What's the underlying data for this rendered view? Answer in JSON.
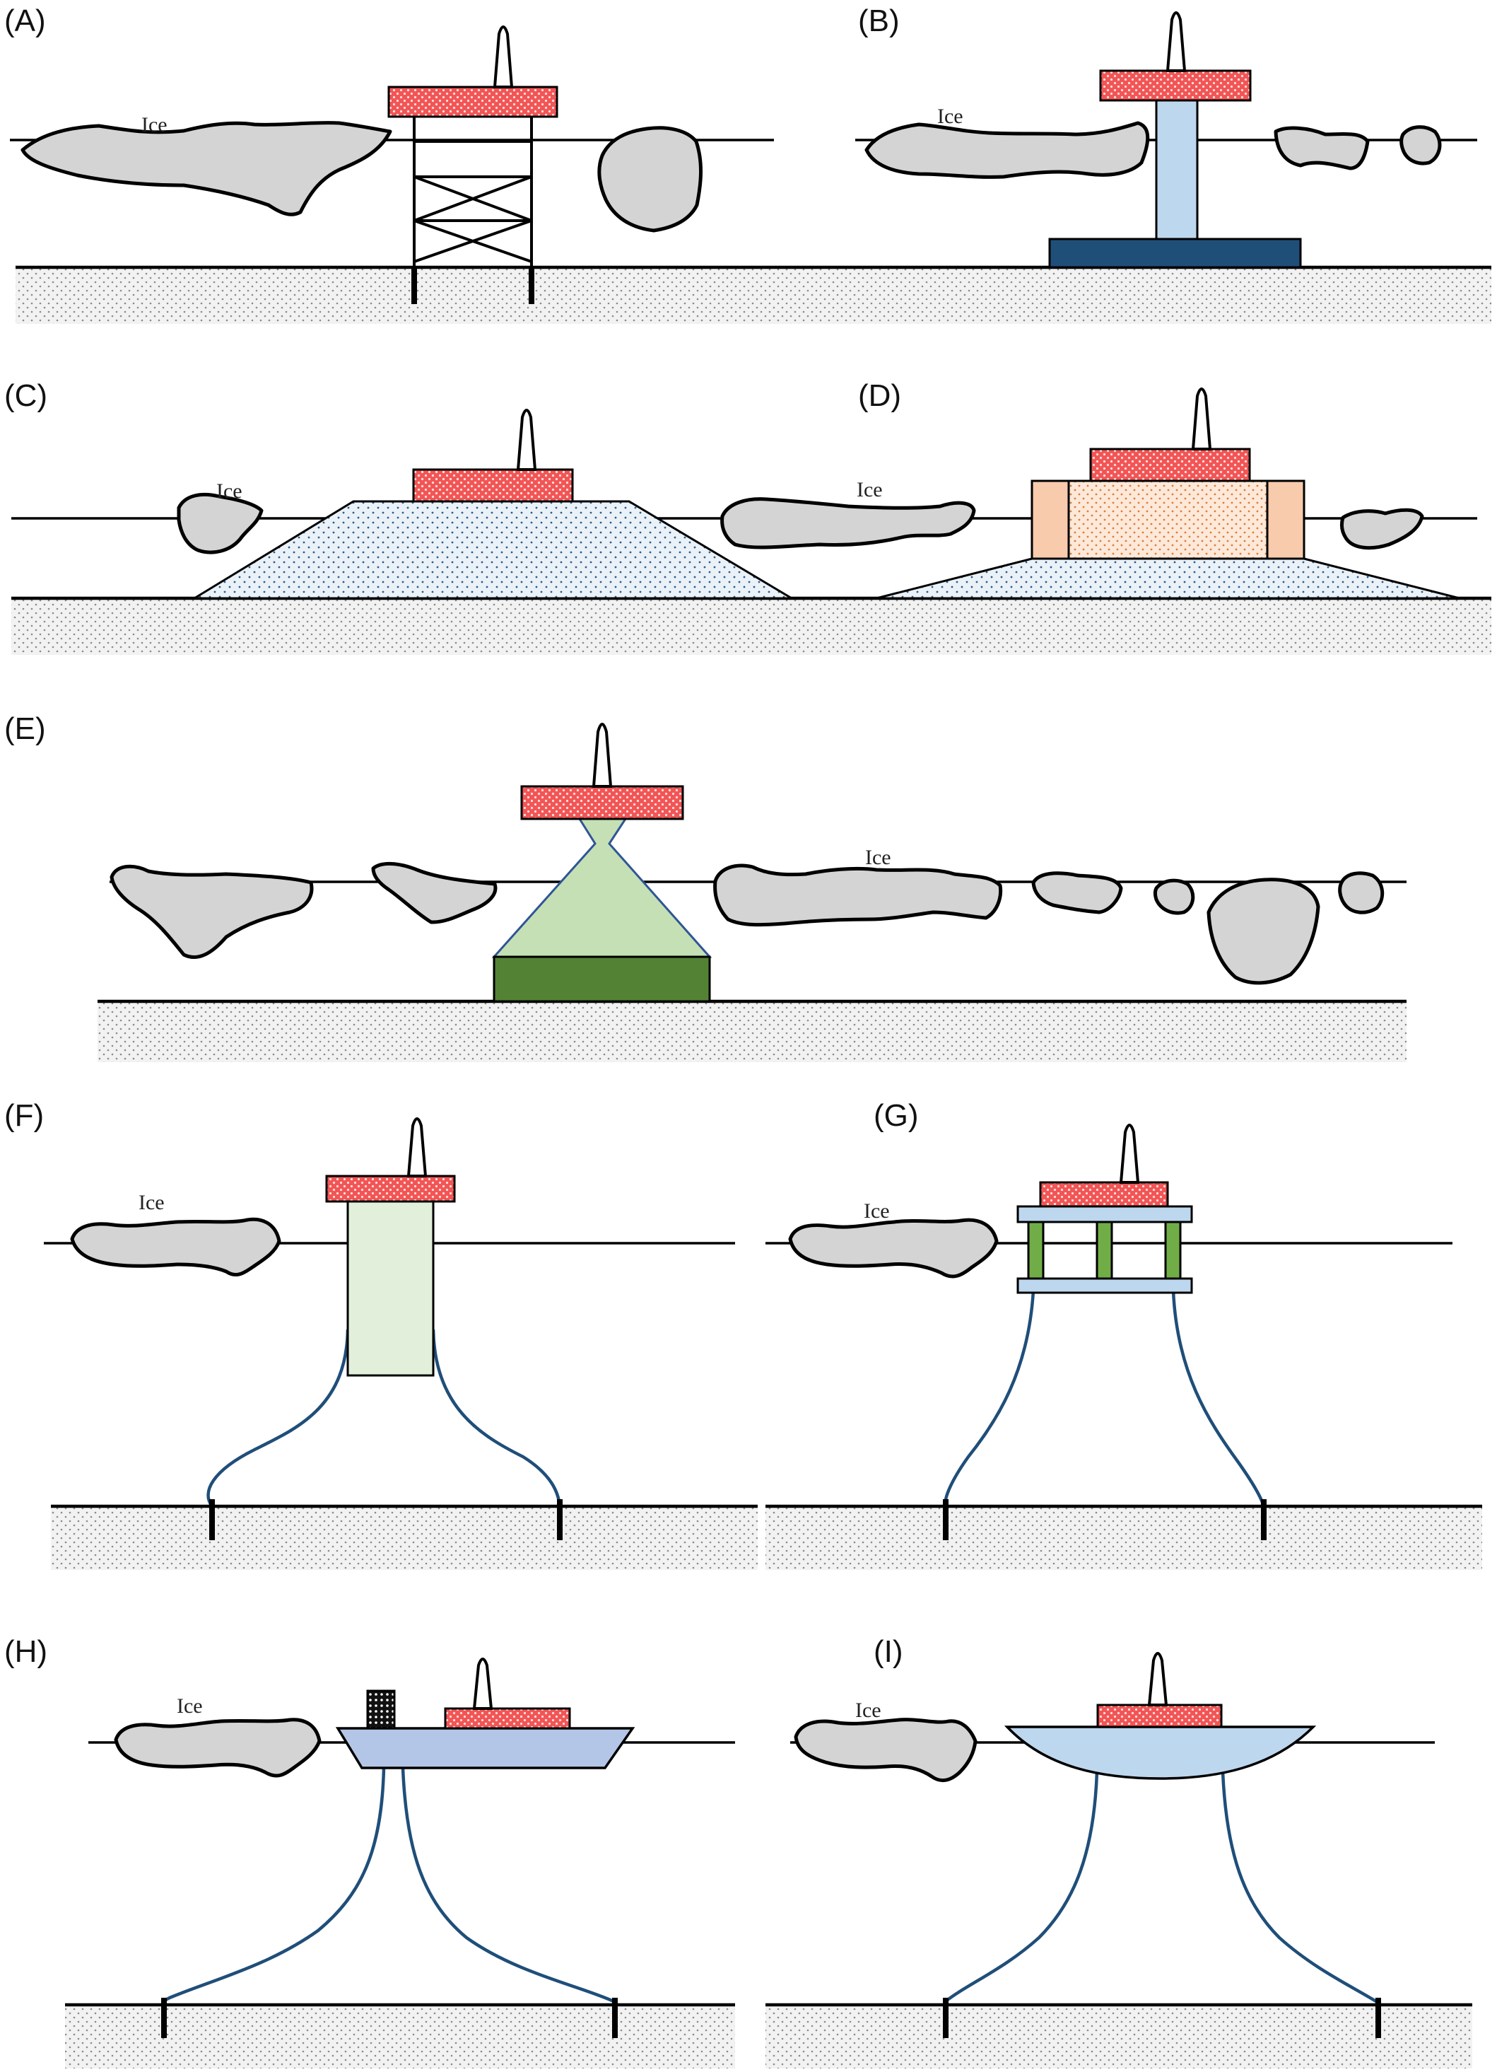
{
  "panels": [
    {
      "id": "A",
      "label": "(A)",
      "ice_label": "Ice"
    },
    {
      "id": "B",
      "label": "(B)",
      "ice_label": "Ice"
    },
    {
      "id": "C",
      "label": "(C)",
      "ice_label": "Ice"
    },
    {
      "id": "D",
      "label": "(D)",
      "ice_label": "Ice"
    },
    {
      "id": "E",
      "label": "(E)",
      "ice_label": "Ice"
    },
    {
      "id": "F",
      "label": "(F)",
      "ice_label": "Ice"
    },
    {
      "id": "G",
      "label": "(G)",
      "ice_label": "Ice"
    },
    {
      "id": "H",
      "label": "(H)",
      "ice_label": "Ice"
    },
    {
      "id": "I",
      "label": "(I)",
      "ice_label": "Ice"
    }
  ],
  "colors": {
    "ice": "#d4d4d4",
    "deck": "#f25555",
    "seabed": "#f0f0f0",
    "column_b": "#bdd7ee",
    "base_b": "#1f4e79",
    "island_fill": "#eaf2f8",
    "caisson_core": "#fde9d9",
    "caisson_wall": "#f8cbad",
    "cone": "#c5e0b4",
    "cone_base": "#548235",
    "spar": "#e2efda",
    "semi_pontoon": "#bdd7ee",
    "semi_column": "#70ad47",
    "ship_hull": "#b4c6e7",
    "buoy_hull": "#bdd7ee",
    "mooring": "#1f4e79"
  },
  "icons": {
    "derrick": "derrick-icon",
    "ice_floe": "ice-floe-icon",
    "anchor": "anchor-pile-icon"
  }
}
